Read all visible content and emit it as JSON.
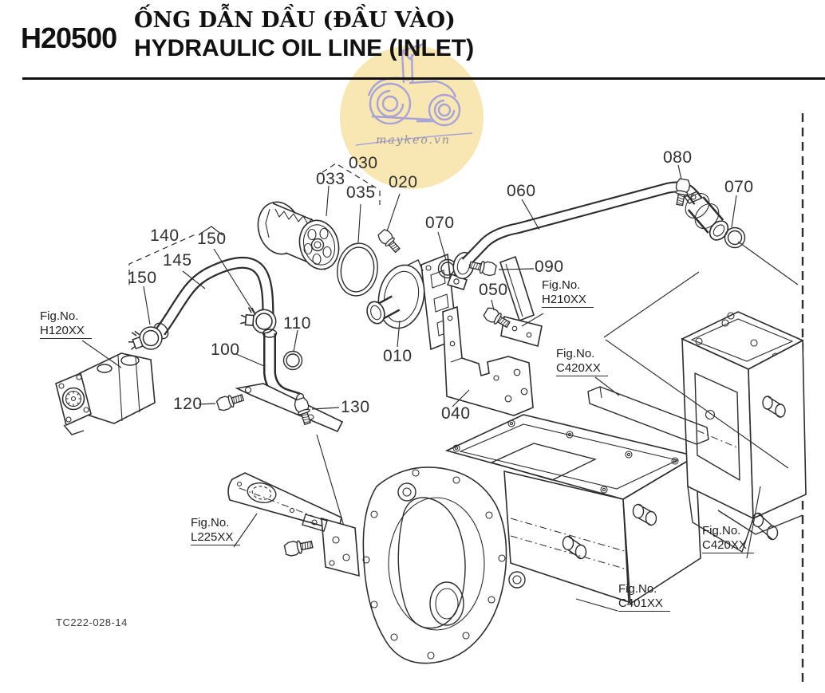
{
  "header": {
    "code": "H20500",
    "title_vi": "ỐNG DẪN DẦU (ĐẦU VÀO)",
    "title_en": "HYDRAULIC OIL LINE (INLET)"
  },
  "watermark": {
    "text": "maykeo.vn"
  },
  "parts": {
    "010": "010",
    "020": "020",
    "030": "030",
    "033": "033",
    "035": "035",
    "040": "040",
    "050": "050",
    "060": "060",
    "070": "070",
    "080": "080",
    "090": "090",
    "100": "100",
    "110": "110",
    "120": "120",
    "130": "130",
    "140": "140",
    "145": "145",
    "150": "150"
  },
  "fig": {
    "prefix": "Fig.No.",
    "h120": "H120XX",
    "h210": "H210XX",
    "c420": "C420XX",
    "c401": "C401XX",
    "l225": "L225XX"
  },
  "footer": {
    "code": "TC222-028-14"
  },
  "colors": {
    "ink": "#2d2d2d",
    "watermark_circle": "#f8e7b2",
    "watermark_tractor": "#a7a3d8",
    "watermark_text": "#908d9e"
  }
}
